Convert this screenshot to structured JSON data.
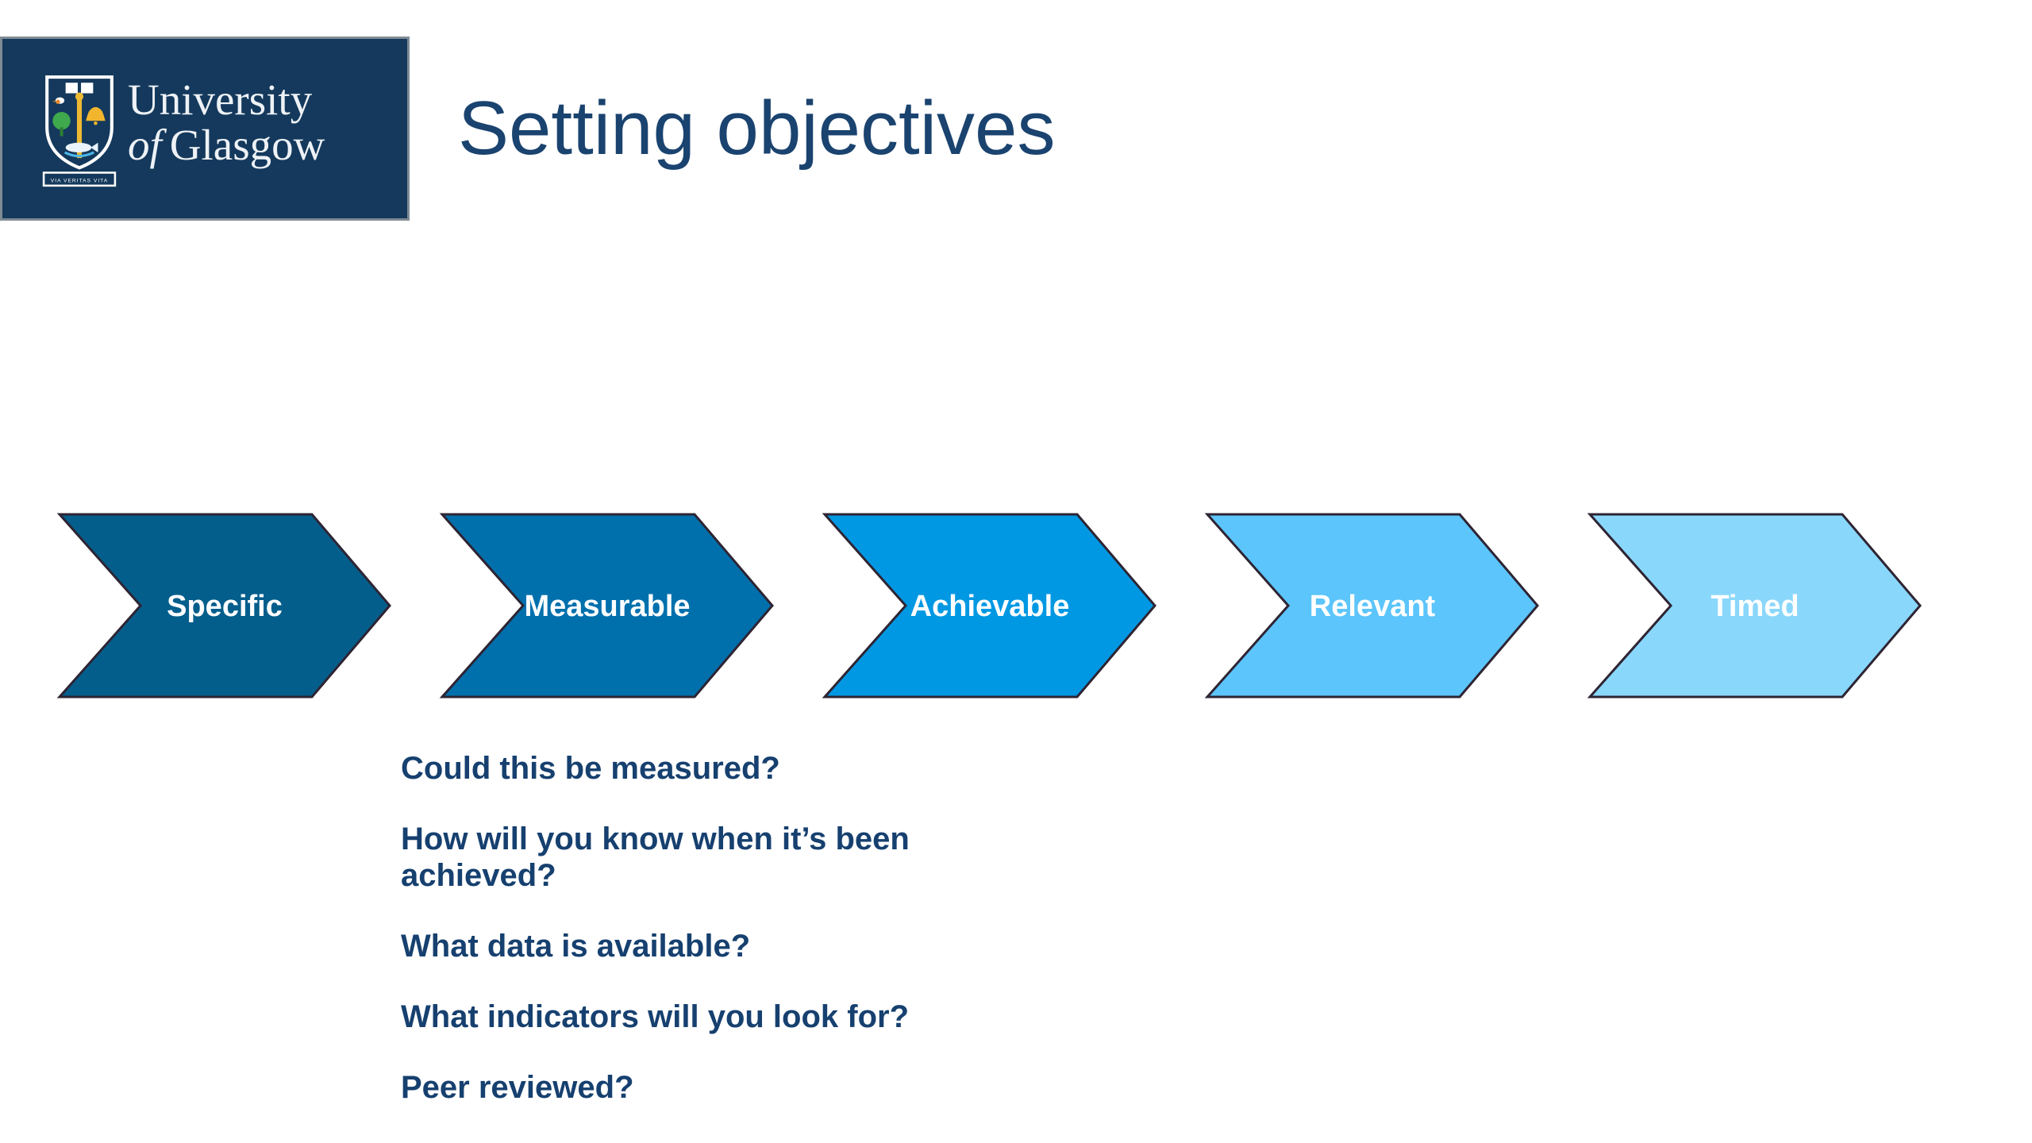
{
  "header": {
    "logo": {
      "box_color": "#14395c",
      "org_line1": "University",
      "org_line2_prefix": "of",
      "org_line2": "Glasgow",
      "banner_motto": "VIA VERITAS VITA"
    },
    "title": "Setting objectives",
    "title_color": "#1a436f"
  },
  "diagram": {
    "type": "process-chevrons",
    "outline_color": "#2e2433",
    "label_color": "#ffffff",
    "arrows": [
      {
        "label": "Specific",
        "color": "#045e8c"
      },
      {
        "label": "Measurable",
        "color": "#0070ad"
      },
      {
        "label": "Achievable",
        "color": "#0098e3"
      },
      {
        "label": "Relevant",
        "color": "#5cc5fb"
      },
      {
        "label": "Timed",
        "color": "#8ad7fc"
      }
    ]
  },
  "questions": {
    "text_color": "#16406f",
    "items": [
      "Could this be measured?",
      "How will you know when it’s been achieved?",
      "What data is available?",
      "What indicators will you look for?",
      "Peer reviewed?"
    ]
  }
}
